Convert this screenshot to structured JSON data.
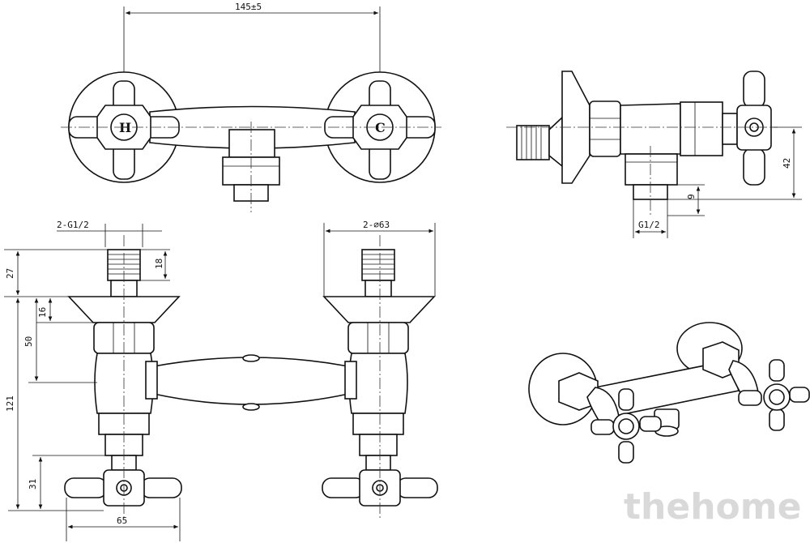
{
  "dimensions": {
    "top_width": "145±5",
    "thread_left": "2-G1/2",
    "flange_dia": "2-∅63",
    "d27": "27",
    "d18": "18",
    "d16": "16",
    "d50": "50",
    "d121": "121",
    "d31": "31",
    "d65": "65",
    "d42": "42",
    "d9": "9",
    "side_thread": "G1/2"
  },
  "handle_labels": {
    "hot": "H",
    "cold": "C"
  },
  "watermark": "thehome",
  "colors": {
    "line": "#111111",
    "watermark": "#d9d9d9",
    "background": "#ffffff"
  }
}
